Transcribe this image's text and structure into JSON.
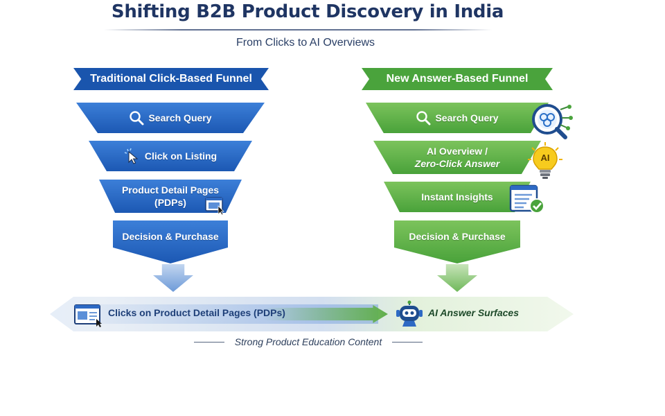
{
  "title": "Shifting B2B Product Discovery in India",
  "subtitle": "From Clicks to AI Overviews",
  "left_funnel": {
    "banner": "Traditional Click-Based Funnel",
    "stages": [
      {
        "line1": "Search Query",
        "line2": "",
        "icon": "search-icon"
      },
      {
        "line1": "Click on Listing",
        "line2": "",
        "icon": "cursor-click-icon"
      },
      {
        "line1": "Product Detail Pages",
        "line2": "(PDPs)",
        "icon": "browser-window-icon"
      },
      {
        "line1": "Decision & Purchase",
        "line2": "",
        "icon": ""
      }
    ]
  },
  "right_funnel": {
    "banner": "New Answer-Based Funnel",
    "stages": [
      {
        "line1": "Search Query",
        "line2": "",
        "icon": "search-icon"
      },
      {
        "line1": "AI Overview /",
        "line2": "Zero-Click Answer",
        "icon": "ai-lightbulb-icon"
      },
      {
        "line1": "Instant Insights",
        "line2": "",
        "icon": "document-check-icon"
      },
      {
        "line1": "Decision & Purchase",
        "line2": "",
        "icon": ""
      }
    ],
    "ai_badge": "AI"
  },
  "bottom_arrow": {
    "left_label": "Clicks on Product Detail Pages (PDPs)",
    "right_label": "AI Answer Surfaces"
  },
  "footer": "Strong Product Education Content",
  "colors": {
    "title": "#1f3563",
    "blue": "#1a55ad",
    "green": "#4aa33c",
    "ai_yellow": "#f5c518"
  }
}
